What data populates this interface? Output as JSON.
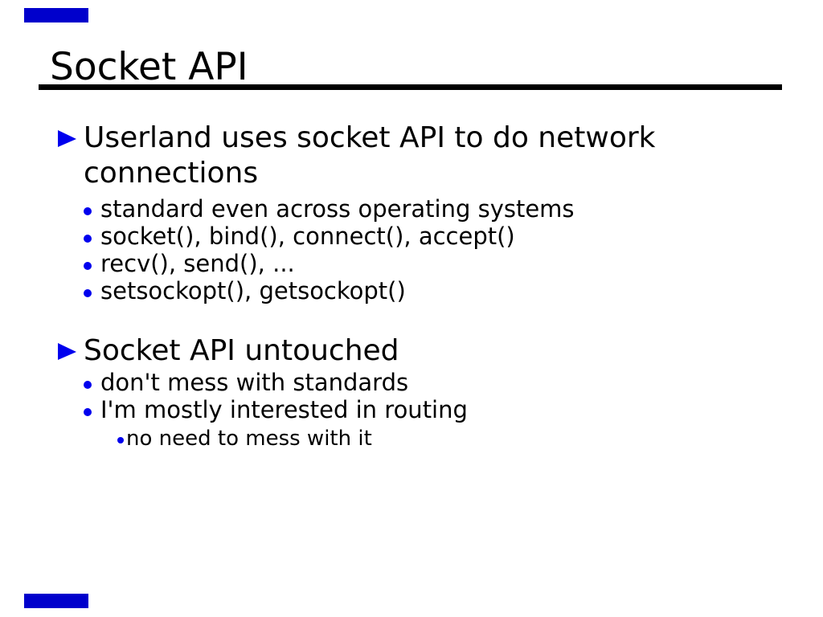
{
  "colors": {
    "background": "#ffffff",
    "text": "#000000",
    "underline": "#000000",
    "bullet_blue": "#0000ee",
    "corner_bar_blue": "#0000cc"
  },
  "title": "Socket API",
  "bullets": {
    "b1_line1": "Userland uses socket API to do network",
    "b1_line2": "connections",
    "b1_sub1": "standard even across operating systems",
    "b1_sub2": "socket(), bind(), connect(), accept()",
    "b1_sub3": "recv(), send(), ...",
    "b1_sub4": "setsockopt(), getsockopt()",
    "b2": "Socket API untouched",
    "b2_sub1": "don't mess with standards",
    "b2_sub2": "I'm mostly interested in routing",
    "b2_sub2_sub1": "no need to mess with it"
  }
}
